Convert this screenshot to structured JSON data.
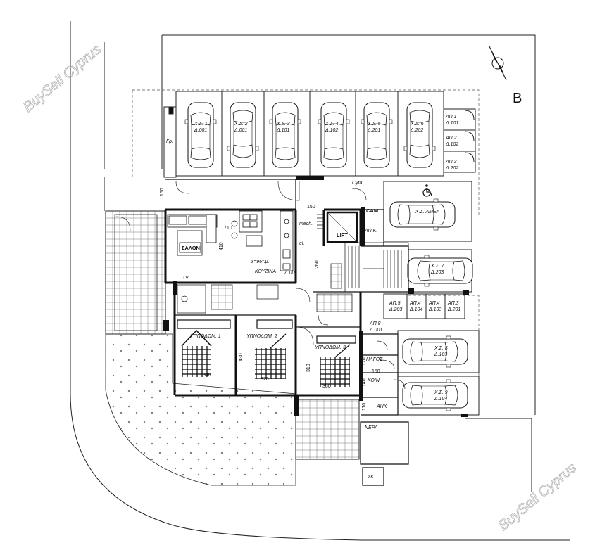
{
  "watermark": "BuySell Cyprus",
  "compass_label": "B",
  "rooms": {
    "saloni": "ΣΑΛΟΝΙ",
    "kouzina": "ΚΟΥΖΙΝΑ",
    "area": "Σ=96τ.μ.",
    "ap_d001_k": "Δ.001",
    "bed1": "ΥΠΝΟΔΩΜ. 1",
    "bed2": "ΥΠΝΟΔΩΜ. 2",
    "bed3": "ΥΠΝΟΔΩΜ. 3",
    "tv": "TV",
    "mech": "mech.",
    "el": "el.",
    "lift": "LIFT",
    "cam": "CAM",
    "apk": "ΑΠ.Κ.",
    "cyta": "Cyta",
    "gr": "Γρ.",
    "ap8": "ΑΠ.8",
    "ap8_d": "Δ.001",
    "ilagos": "ΗΛΓΟΣ",
    "koin": "ΚΟΙΝ.",
    "ank": "ΑΗΚ",
    "nera": "ΝΕΡΑ",
    "sk": "ΣΚ."
  },
  "dims": {
    "d710": "710",
    "d410": "410",
    "d150a": "150",
    "d260": "260",
    "d160": "160",
    "d340": "340",
    "d320": "320",
    "d350": "350",
    "d430": "430",
    "d310": "310",
    "d170": "170",
    "d150b": "150",
    "d140": "140",
    "d110": "110"
  },
  "parking": [
    {
      "code": "Χ.Σ. 1",
      "unit": "Δ.001"
    },
    {
      "code": "Χ.Σ. 2",
      "unit": "Δ.001"
    },
    {
      "code": "Χ.Σ. 3",
      "unit": "Δ.101"
    },
    {
      "code": "Χ.Σ. 4",
      "unit": "Δ.102"
    },
    {
      "code": "Χ.Σ. 5",
      "unit": "Δ.201"
    },
    {
      "code": "Χ.Σ. 6",
      "unit": "Δ.202"
    },
    {
      "code": "Χ.Σ. ΑΜΕΑ",
      "unit": ""
    },
    {
      "code": "Χ.Σ. 7",
      "unit": "Δ.203"
    },
    {
      "code": "Χ.Σ. 8",
      "unit": "Δ.103"
    },
    {
      "code": "Χ.Σ. 9",
      "unit": "Δ.104"
    }
  ],
  "storage": [
    {
      "code": "ΑΠ.1",
      "unit": "Δ.101"
    },
    {
      "code": "ΑΠ.2",
      "unit": "Δ.102"
    },
    {
      "code": "ΑΠ.3",
      "unit": "Δ.202"
    },
    {
      "code": "ΑΠ.5",
      "unit": "Δ.203"
    },
    {
      "code": "ΑΠ.4",
      "unit": "Δ.104"
    },
    {
      "code": "ΑΠ.4",
      "unit": "Δ.103"
    },
    {
      "code": "ΑΠ.3",
      "unit": "Δ.201"
    }
  ]
}
